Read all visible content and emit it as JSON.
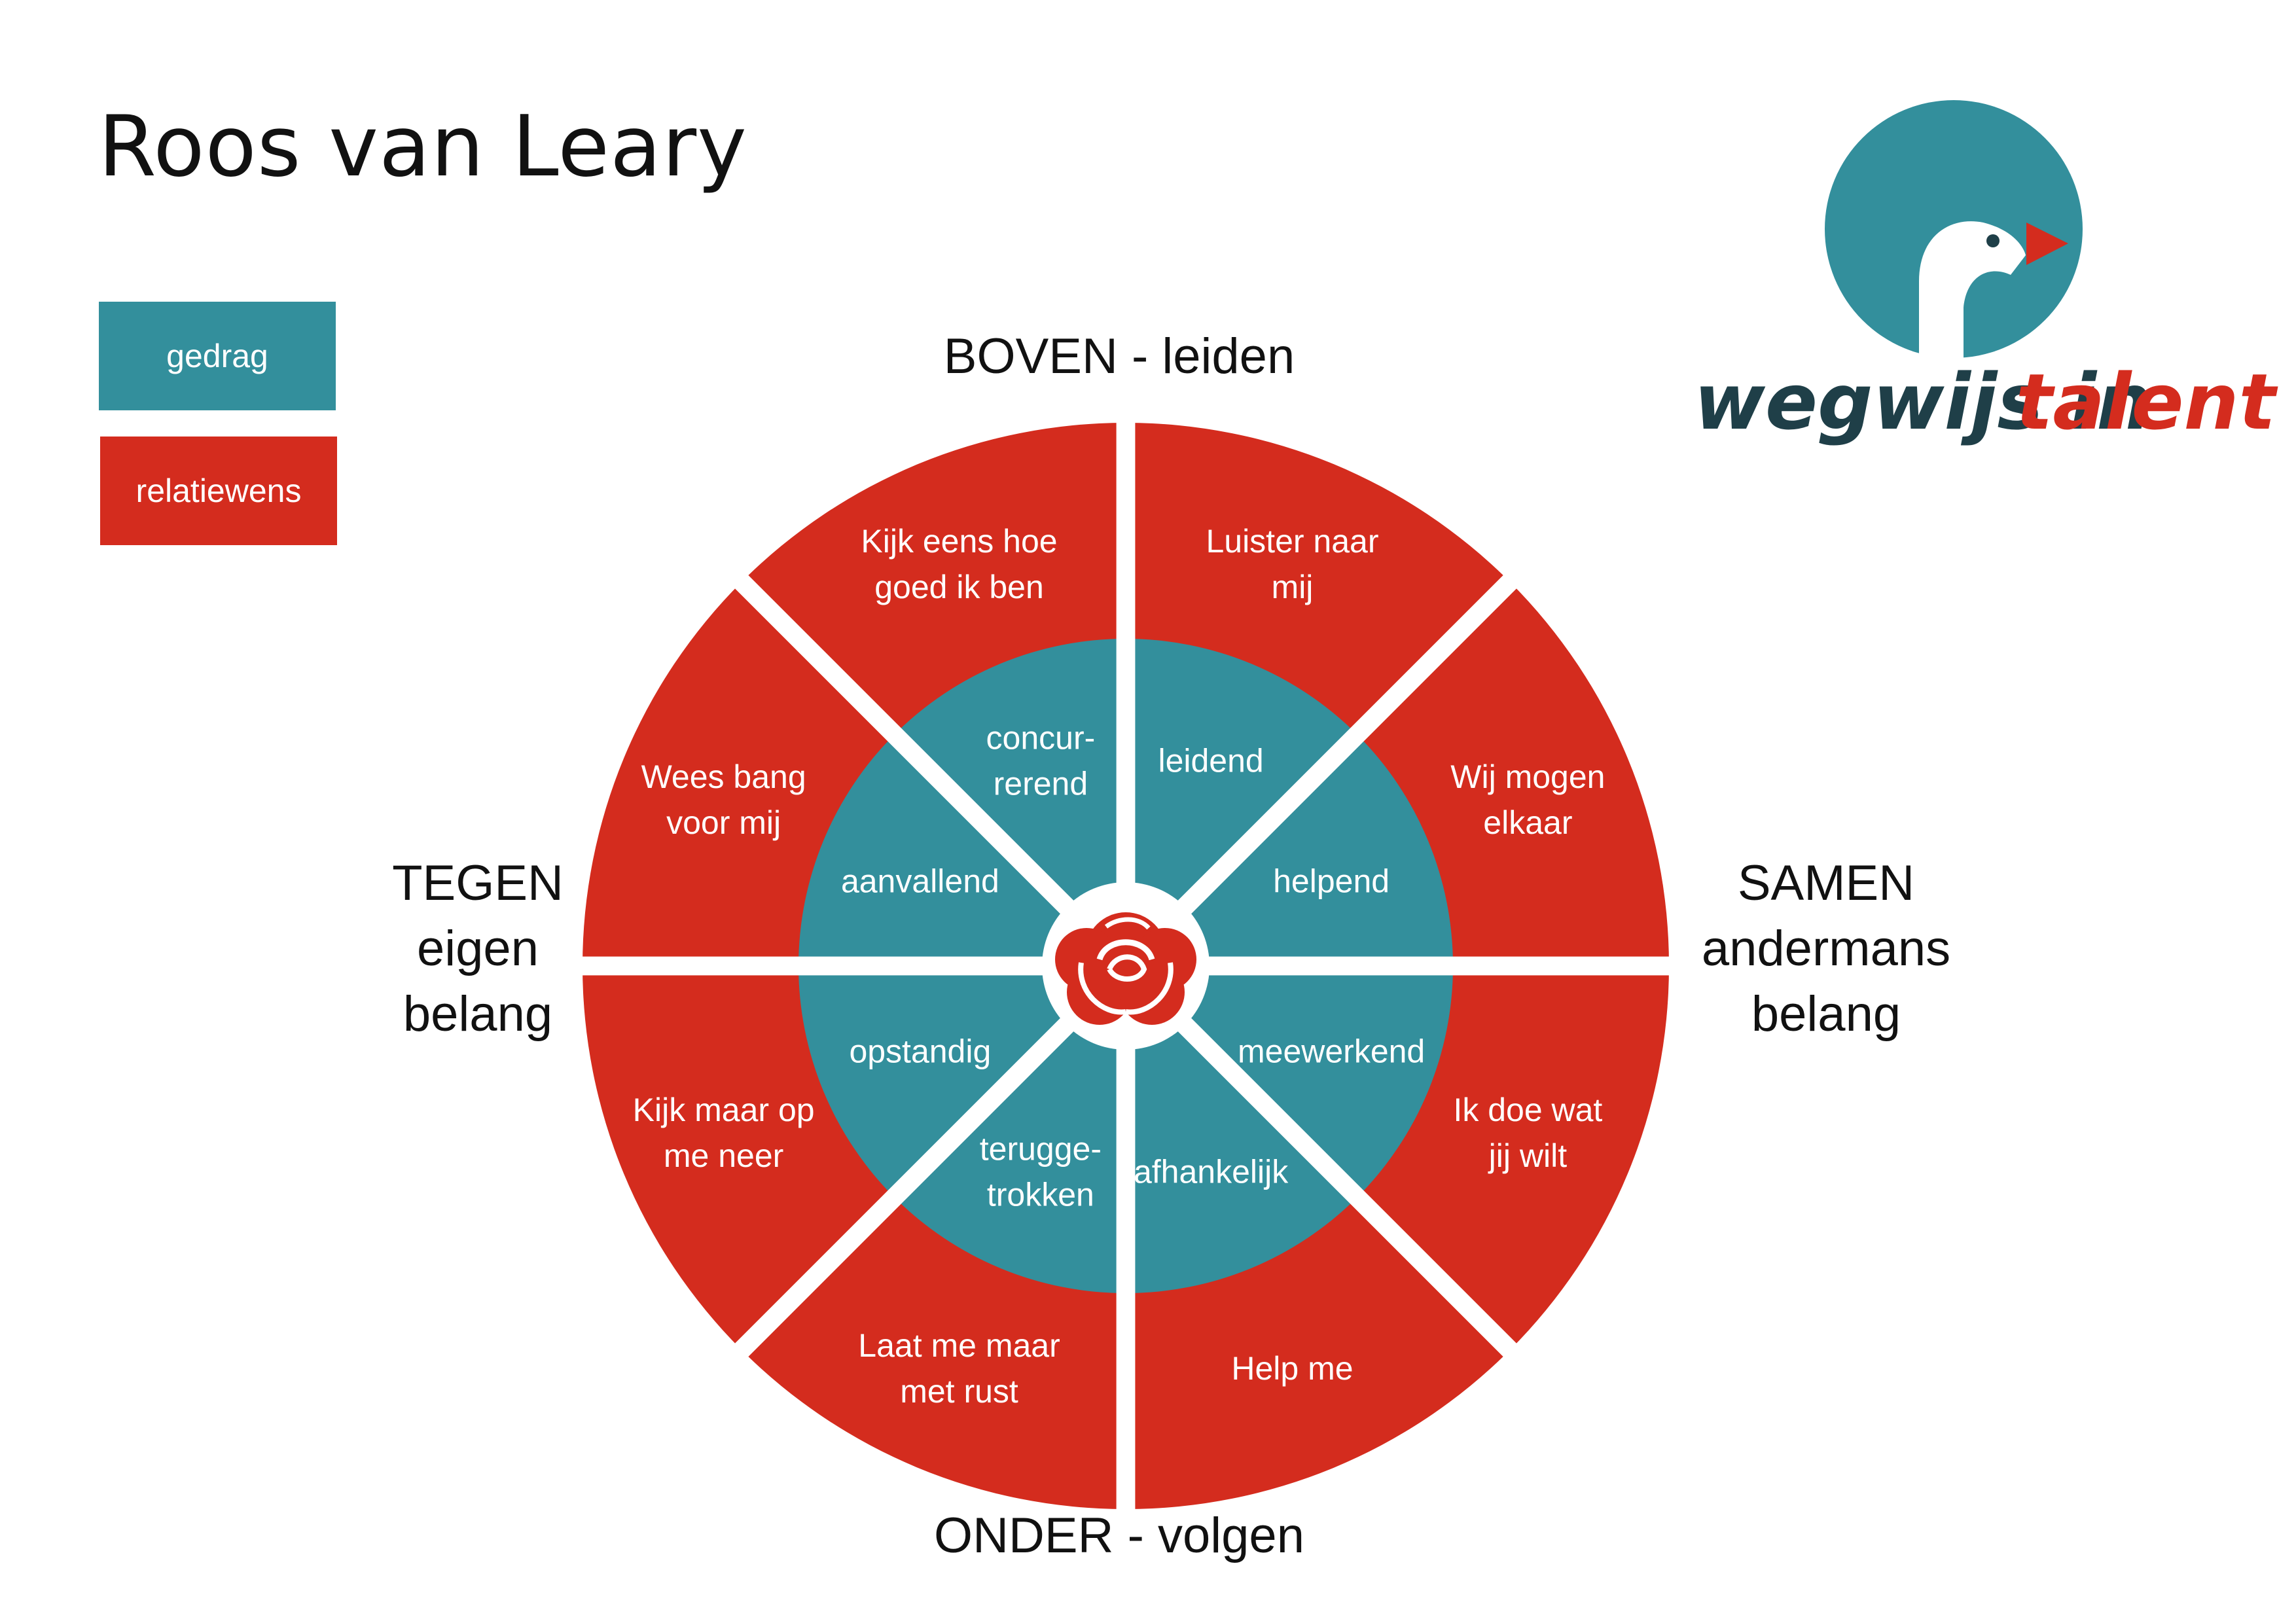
{
  "title": "Roos van Leary",
  "legend": [
    {
      "label": "gedrag",
      "color": "#338f9c"
    },
    {
      "label": "relatiewens",
      "color": "#d42c1e"
    }
  ],
  "axes": {
    "top": "BOVEN - leiden",
    "bottom": "ONDER - volgen",
    "left": [
      "TEGEN",
      "eigen",
      "belang"
    ],
    "right": [
      "SAMEN",
      "andermans",
      "belang"
    ]
  },
  "segments": [
    {
      "outer": [
        "Luister naar",
        "mij"
      ],
      "inner": [
        "leidend"
      ]
    },
    {
      "outer": [
        "Wij mogen",
        "elkaar"
      ],
      "inner": [
        "helpend"
      ]
    },
    {
      "outer": [
        "Ik doe wat",
        "jij wilt"
      ],
      "inner": [
        "meewerkend"
      ]
    },
    {
      "outer": [
        "Help me"
      ],
      "inner": [
        "afhankelijk"
      ]
    },
    {
      "outer": [
        "Laat me maar",
        "met rust"
      ],
      "inner": [
        "terugge-",
        "trokken"
      ]
    },
    {
      "outer": [
        "Kijk maar op",
        "me neer"
      ],
      "inner": [
        "opstandig"
      ]
    },
    {
      "outer": [
        "Wees bang",
        "voor mij"
      ],
      "inner": [
        "aanvallend"
      ]
    },
    {
      "outer": [
        "Kijk eens hoe",
        "goed ik ben"
      ],
      "inner": [
        "concur-",
        "rerend"
      ]
    }
  ],
  "logo": {
    "word1": "wegwijs in",
    "word2": "talent"
  },
  "colors": {
    "teal": "#338f9c",
    "red": "#d42c1e",
    "dark": "#1f3f48"
  }
}
